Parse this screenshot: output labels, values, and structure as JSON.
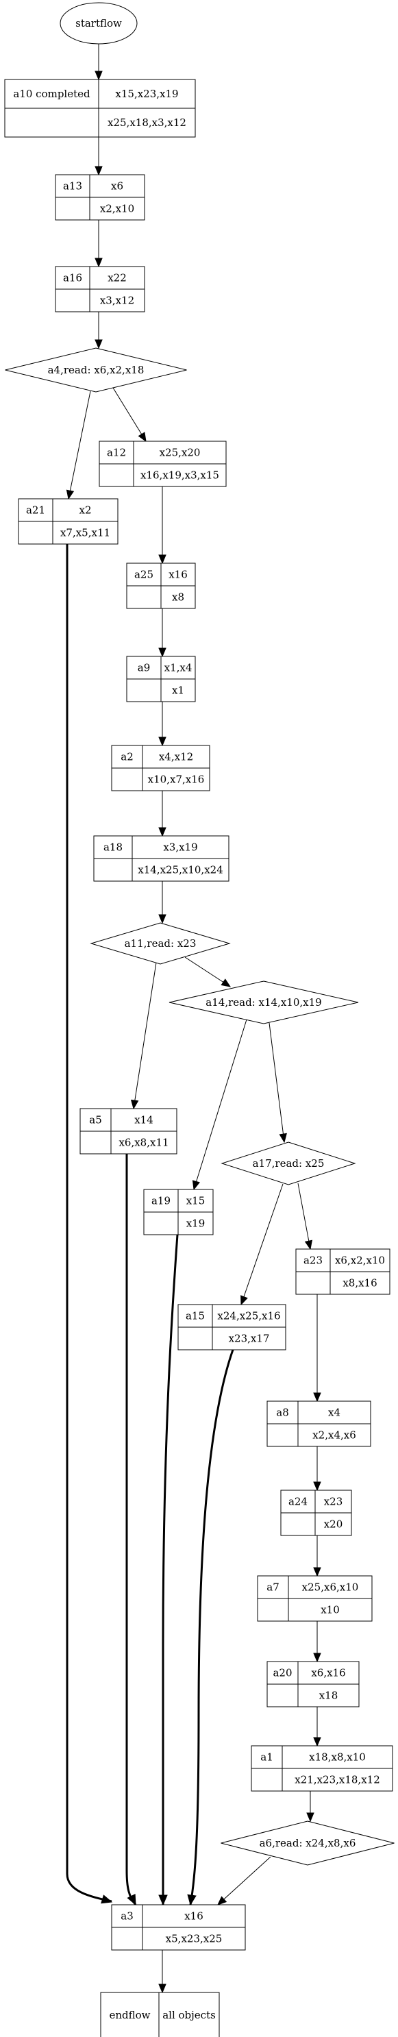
{
  "start": "startflow",
  "nodes": {
    "a10": {
      "name": "a10 completed",
      "top": "x15,x23,x19",
      "bottom": "x25,x18,x3,x12"
    },
    "a13": {
      "name": "a13",
      "top": "x6",
      "bottom": "x2,x10"
    },
    "a16": {
      "name": "a16",
      "top": "x22",
      "bottom": "x3,x12"
    },
    "a12": {
      "name": "a12",
      "top": "x25,x20",
      "bottom": "x16,x19,x3,x15"
    },
    "a21": {
      "name": "a21",
      "top": "x2",
      "bottom": "x7,x5,x11"
    },
    "a25": {
      "name": "a25",
      "top": "x16",
      "bottom": "x8"
    },
    "a9": {
      "name": "a9",
      "top": "x1,x4",
      "bottom": "x1"
    },
    "a2": {
      "name": "a2",
      "top": "x4,x12",
      "bottom": "x10,x7,x16"
    },
    "a18": {
      "name": "a18",
      "top": "x3,x19",
      "bottom": "x14,x25,x10,x24"
    },
    "a5": {
      "name": "a5",
      "top": "x14",
      "bottom": "x6,x8,x11"
    },
    "a19": {
      "name": "a19",
      "top": "x15",
      "bottom": "x19"
    },
    "a23": {
      "name": "a23",
      "top": "x6,x2,x10",
      "bottom": "x8,x16"
    },
    "a15": {
      "name": "a15",
      "top": "x24,x25,x16",
      "bottom": "x23,x17"
    },
    "a8": {
      "name": "a8",
      "top": "x4",
      "bottom": "x2,x4,x6"
    },
    "a24": {
      "name": "a24",
      "top": "x23",
      "bottom": "x20"
    },
    "a7": {
      "name": "a7",
      "top": "x25,x6,x10",
      "bottom": "x10"
    },
    "a20": {
      "name": "a20",
      "top": "x6,x16",
      "bottom": "x18"
    },
    "a1": {
      "name": "a1",
      "top": "x18,x8,x10",
      "bottom": "x21,x23,x18,x12"
    },
    "a3": {
      "name": "a3",
      "top": "x16",
      "bottom": "x5,x23,x25"
    },
    "end": {
      "name": "endflow",
      "top": "all objects",
      "bottom": ""
    }
  },
  "decisions": {
    "d4": "a4,read: x6,x2,x18",
    "d11": "a11,read: x23",
    "d14": "a14,read: x14,x10,x19",
    "d17": "a17,read: x25",
    "d6": "a6,read: x24,x8,x6"
  }
}
